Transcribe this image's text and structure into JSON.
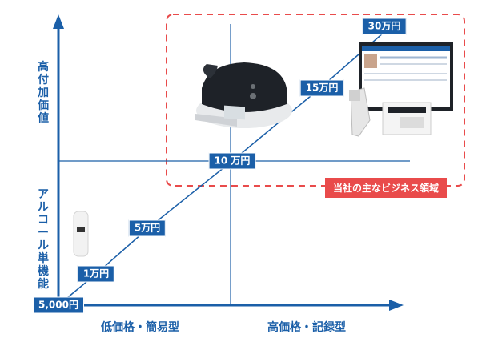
{
  "y_axis": {
    "top_label": "高付加価値",
    "bottom_label": "アルコール単機能"
  },
  "x_axis": {
    "left_label": "低価格・簡易型",
    "right_label": "高価格・記録型"
  },
  "price_points": [
    {
      "label": "5,000円"
    },
    {
      "label": "1万円"
    },
    {
      "label": "5万円"
    },
    {
      "label": "10 万円"
    },
    {
      "label": "15万円"
    },
    {
      "label": "30万円"
    }
  ],
  "region": {
    "label": "当社の主なビジネス領域"
  },
  "colors": {
    "axis": "#1b5fa8",
    "region": "#e94b4b",
    "device_dark": "#1e2228"
  },
  "product_images": [
    "handheld-breathalyzer",
    "desktop-breathalyzer",
    "pc-based-recording-system"
  ]
}
